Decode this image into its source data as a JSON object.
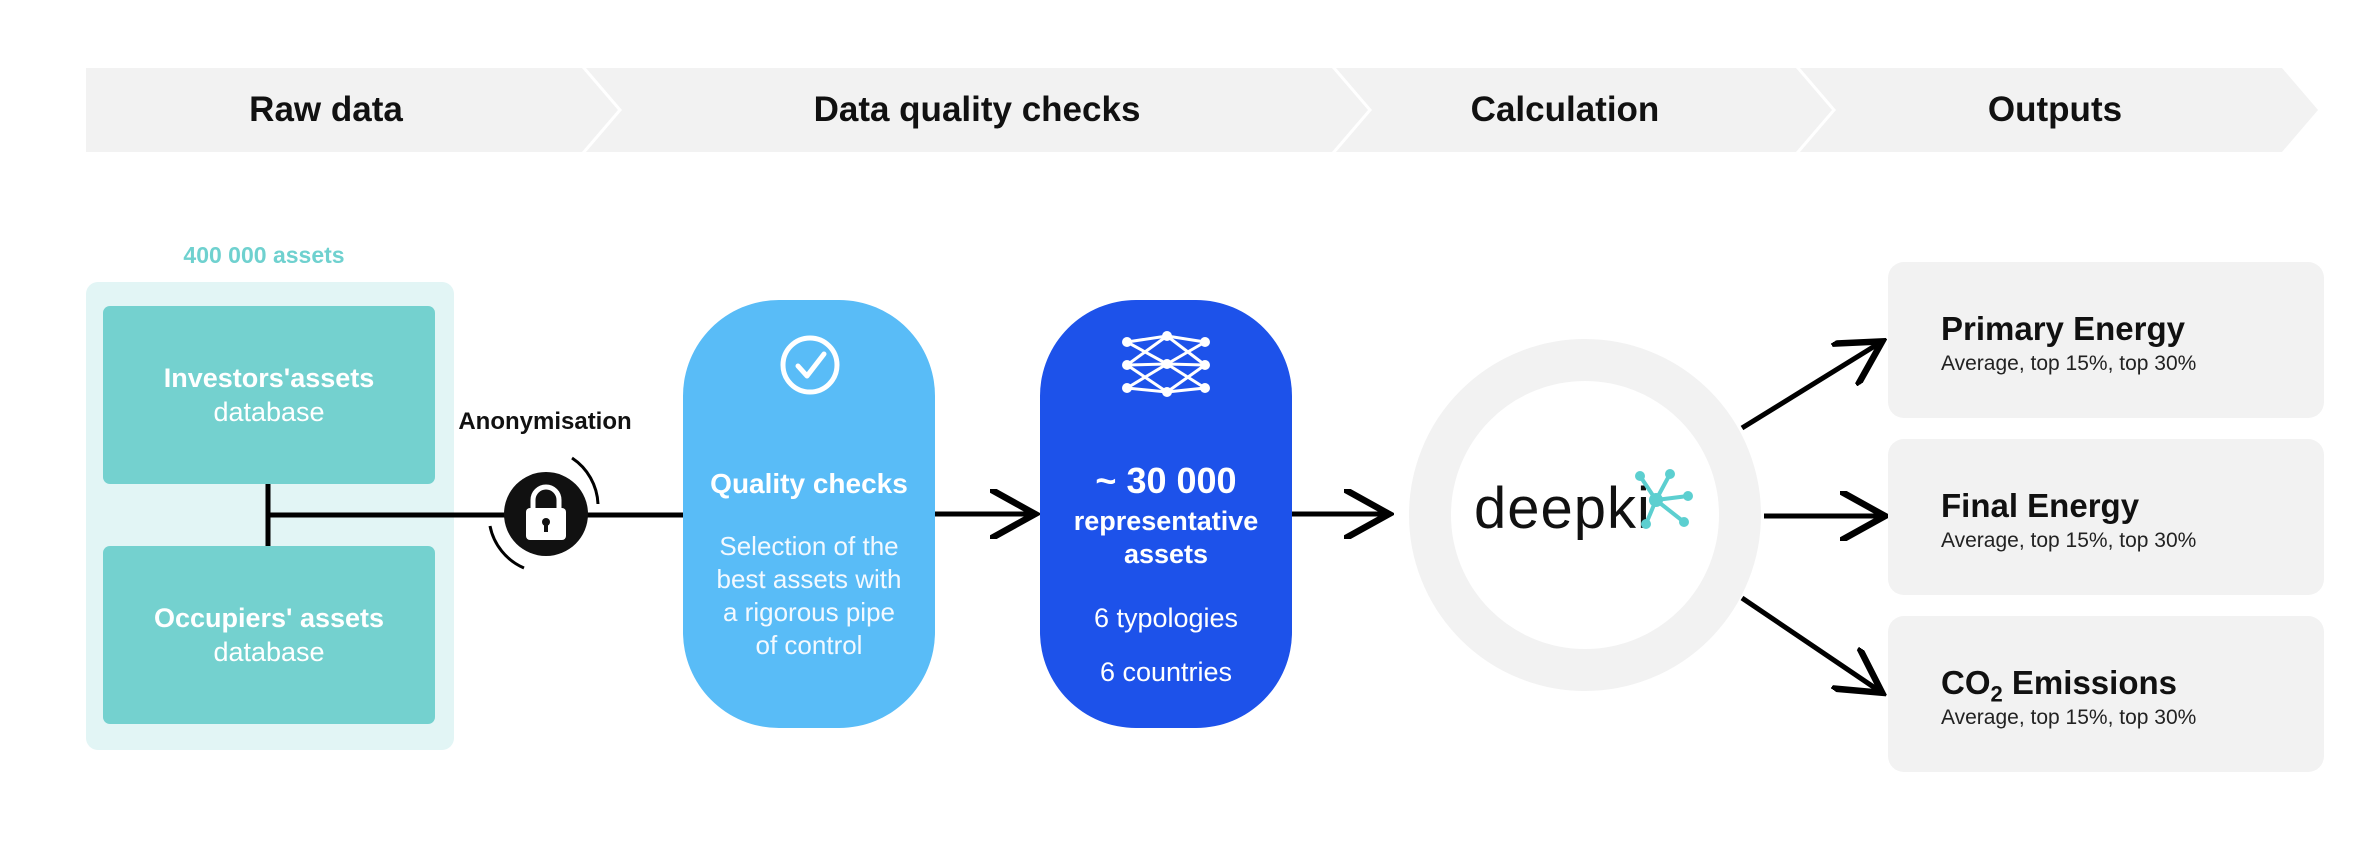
{
  "stages": [
    "Raw data",
    "Data quality checks",
    "Calculation",
    "Outputs"
  ],
  "raw_data": {
    "assets_count": "400 000 assets",
    "investors_db": {
      "line1": "Investors'assets",
      "line2": "database"
    },
    "occupiers_db": {
      "line1": "Occupiers' assets",
      "line2": "database"
    }
  },
  "anonymisation": {
    "label": "Anonymisation",
    "icon": "lock-icon"
  },
  "quality": {
    "icon": "check-circle-icon",
    "title": "Quality checks",
    "description_lines": [
      "Selection of the",
      "best assets with",
      "a rigorous pipe",
      "of control"
    ]
  },
  "representative": {
    "icon": "neural-network-icon",
    "count": "~ 30 000",
    "label_lines": [
      "representative",
      "assets"
    ],
    "typologies": "6 typologies",
    "countries": "6 countries"
  },
  "calculation": {
    "logo_text": "deepki",
    "logo_icon": "network-node-icon"
  },
  "outputs": [
    {
      "title": "Primary Energy",
      "subtitle": "Average, top 15%, top 30%"
    },
    {
      "title": "Final Energy",
      "subtitle": "Average, top 15%, top 30%"
    },
    {
      "title_main": "CO",
      "title_sub": "2",
      "title_rest": " Emissions",
      "subtitle": "Average, top 15%, top 30%"
    }
  ],
  "colors": {
    "stage_bg": "#f2f2f2",
    "raw_panel": "#e2f5f5",
    "teal": "#74d1cf",
    "light_blue": "#59bcf7",
    "dark_blue": "#1d52ea",
    "deepki_accent": "#5ccfd0"
  }
}
